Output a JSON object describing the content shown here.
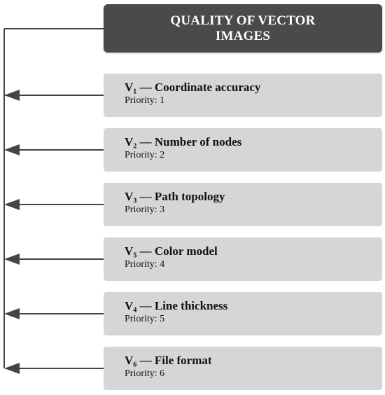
{
  "diagram": {
    "title": "QUALITY OF VECTOR IMAGES",
    "colors": {
      "title_box": "#4a4a4a",
      "item_box": "#d6d6d6",
      "connector": "#444444",
      "title_text": "#ffffff",
      "item_text": "#111111"
    },
    "items": [
      {
        "label": "V₁ — Coordinate accuracy",
        "priority": "Priority: 1"
      },
      {
        "label": "V₂ — Number of nodes",
        "priority": "Priority: 2"
      },
      {
        "label": "V₃ — Path topology",
        "priority": "Priority: 3"
      },
      {
        "label": "V₅ — Color model",
        "priority": "Priority: 4"
      },
      {
        "label": "V₄ — Line thickness",
        "priority": "Priority: 5"
      },
      {
        "label": "V₆ — File format",
        "priority": "Priority: 6"
      }
    ]
  }
}
